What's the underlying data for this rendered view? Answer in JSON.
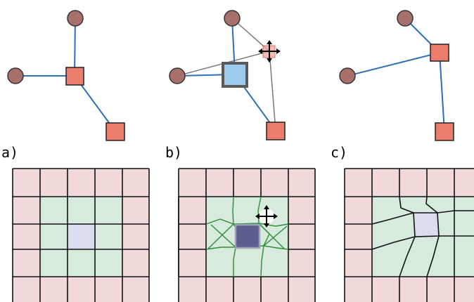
{
  "panel_labels": {
    "a": "a)",
    "b": "b)",
    "c": "c)"
  },
  "colors": {
    "background": "#ffffff",
    "round_node": "#a8706a",
    "square_node": "#ec7c6c",
    "selected_node": "#9dcbee",
    "selected_border": "#5a5a5a",
    "tree_edge": "#2f6fb6",
    "ghost_edge": "#777777",
    "outer_cell": "#f1d9d9",
    "inner_region": "#d6ebdc",
    "center_cell": "#dcdcef",
    "dragged_cell": "#5c5f8e",
    "mesh_line": "#2e8b3a",
    "grid_line": "#111111"
  },
  "icons": {
    "move_cursor": "move-cursor-icon"
  }
}
